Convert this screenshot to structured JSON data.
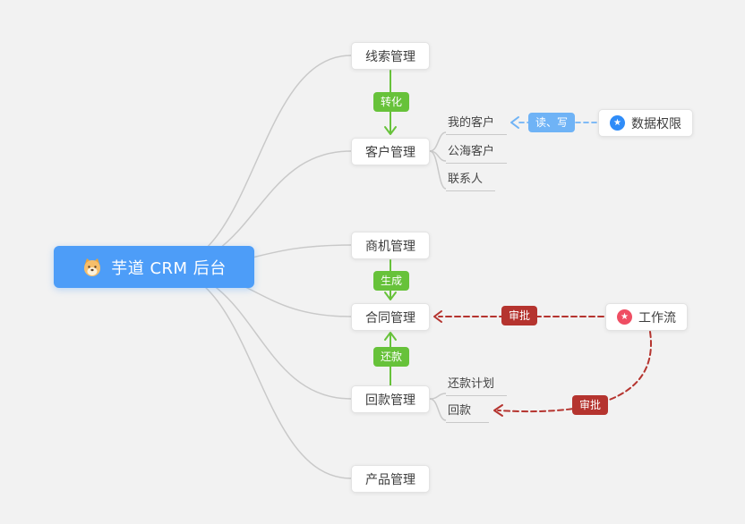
{
  "canvas": {
    "background": "#f2f2f2"
  },
  "root": {
    "label": "芋道 CRM 后台",
    "icon": "dog-icon"
  },
  "branches": [
    {
      "id": "leads",
      "label": "线索管理"
    },
    {
      "id": "customer",
      "label": "客户管理"
    },
    {
      "id": "opportunity",
      "label": "商机管理"
    },
    {
      "id": "contract",
      "label": "合同管理"
    },
    {
      "id": "receivable",
      "label": "回款管理"
    },
    {
      "id": "product",
      "label": "产品管理"
    }
  ],
  "customer_children": [
    {
      "label": "我的客户"
    },
    {
      "label": "公海客户"
    },
    {
      "label": "联系人"
    }
  ],
  "receivable_children": [
    {
      "label": "还款计划"
    },
    {
      "label": "回款"
    }
  ],
  "side_nodes": [
    {
      "id": "data-permission",
      "label": "数据权限",
      "icon": "star-icon"
    },
    {
      "id": "workflow",
      "label": "工作流",
      "icon": "star-icon"
    }
  ],
  "edge_badges": {
    "convert": "转化",
    "generate": "生成",
    "repay": "还款",
    "read_write": "读、写",
    "approve_contract": "审批",
    "approve_receivable": "审批"
  },
  "colors": {
    "root_bg": "#4D9DF8",
    "badge_green": "#67C23A",
    "badge_red": "#B5342F",
    "badge_blue": "#6FB3F6",
    "line_gray": "#C9C9C9",
    "perm_icon": "#2F8CF8",
    "workflow_icon": "#EF4E63"
  }
}
